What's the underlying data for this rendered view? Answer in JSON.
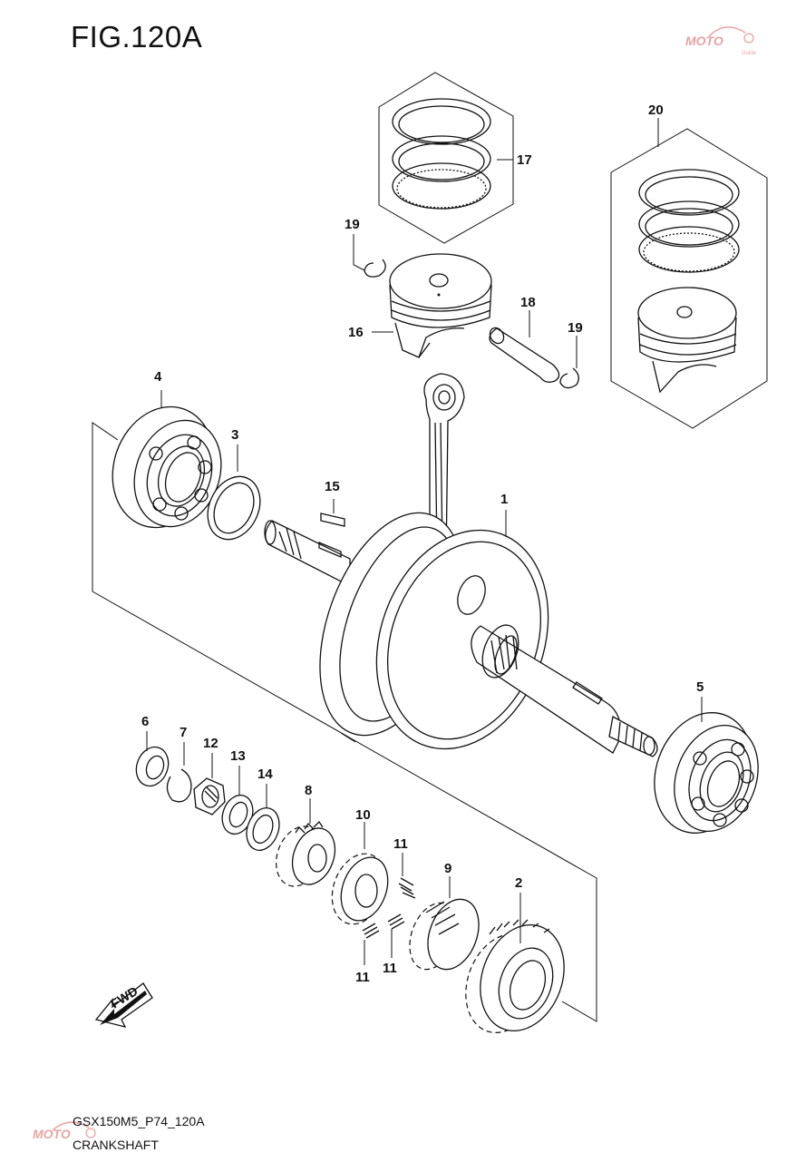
{
  "figure": {
    "title": "FIG.120A",
    "code": "GSX150M5_P74_120A",
    "name": "CRANKSHAFT"
  },
  "callouts": {
    "p1": "1",
    "p2": "2",
    "p3": "3",
    "p4": "4",
    "p5": "5",
    "p6": "6",
    "p7": "7",
    "p8": "8",
    "p9": "9",
    "p10": "10",
    "p11a": "11",
    "p11b": "11",
    "p11c": "11",
    "p12": "12",
    "p13": "13",
    "p14": "14",
    "p15": "15",
    "p16": "16",
    "p17": "17",
    "p18": "18",
    "p19a": "19",
    "p19b": "19",
    "p20": "20"
  },
  "fwd_label": "FWD",
  "watermark": {
    "brand": "MOTO",
    "sub": "Guide"
  },
  "colors": {
    "ink": "#111111",
    "watermark": "#e8a3a3"
  }
}
